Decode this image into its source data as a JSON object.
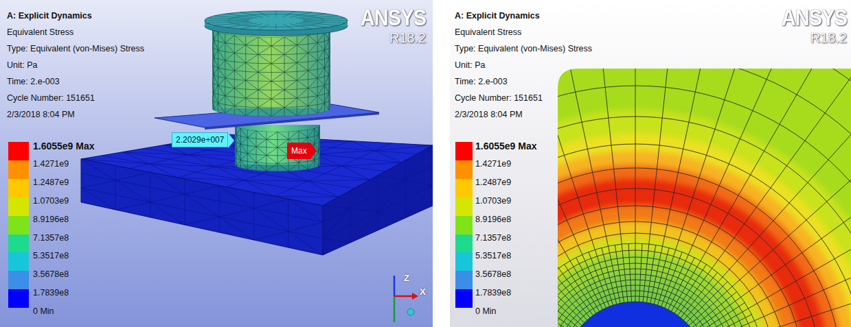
{
  "diagram": {
    "nodes": [
      {
        "text": [
          "2.2029e+007"
        ]
      },
      {
        "text": [
          "Max"
        ]
      }
    ],
    "labels": [
      "A: Explicit Dynamics",
      "Equivalent Stress",
      "Type: Equivalent (von-Mises) Stress",
      "Unit: Pa",
      "Time: 2.e-003",
      "Cycle Number: 151651",
      "2/3/2018 8:04 PM",
      "ANSYS",
      "R18.2",
      "Z",
      "X",
      "A: Explicit Dynamics",
      "Equivalent Stress",
      "Type: Equivalent (von-Mises) Stress",
      "Unit: Pa",
      "Time: 2.e-003",
      "Cycle Number: 151651",
      "2/3/2018 8:04 PM",
      "ANSYS",
      "R18.2"
    ],
    "legend": [
      {
        "text": "1.6055e9 Max",
        "color": "#ff0000"
      },
      {
        "text": "1.4271e9",
        "color": "#ff9100"
      },
      {
        "text": "1.2487e9",
        "color": "#ffc800"
      },
      {
        "text": "1.0703e9",
        "color": "#d4e600"
      },
      {
        "text": "8.9196e8",
        "color": "#7fe31a"
      },
      {
        "text": "7.1357e8",
        "color": "#1fd98c"
      },
      {
        "text": "5.3517e8",
        "color": "#17c6d9"
      },
      {
        "text": "3.5678e8",
        "color": "#3b8fe8"
      },
      {
        "text": "1.7839e8",
        "color": "#0000ff"
      },
      {
        "text": "0 Min"
      },
      {
        "text": "1.6055e9 Max",
        "color": "#ff0000"
      },
      {
        "text": "1.4271e9",
        "color": "#ff9100"
      },
      {
        "text": "1.2487e9",
        "color": "#ffc800"
      },
      {
        "text": "1.0703e9",
        "color": "#d4e600"
      },
      {
        "text": "8.9196e8",
        "color": "#7fe31a"
      },
      {
        "text": "7.1357e8",
        "color": "#1fd98c"
      },
      {
        "text": "5.3517e8",
        "color": "#17c6d9"
      },
      {
        "text": "3.5678e8",
        "color": "#3b8fe8"
      },
      {
        "text": "1.7839e8",
        "color": "#0000ff"
      },
      {
        "text": "0 Min"
      }
    ]
  }
}
